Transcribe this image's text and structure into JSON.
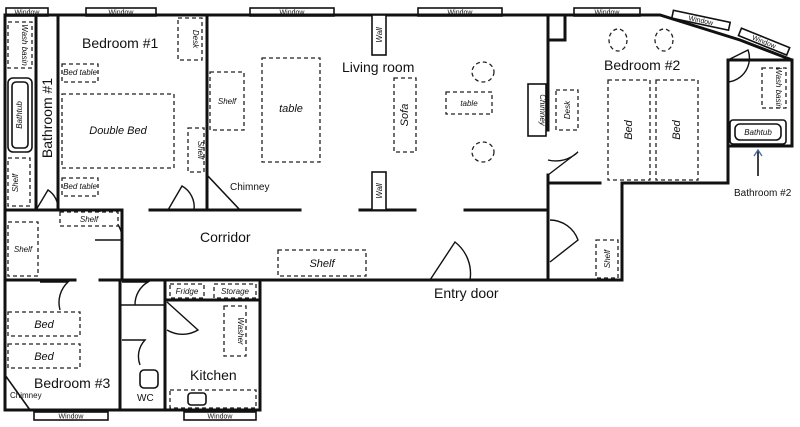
{
  "rooms": {
    "bedroom1": "Bedroom #1",
    "bedroom2": "Bedroom #2",
    "bedroom3": "Bedroom #3",
    "living": "Living room",
    "corridor": "Corridor",
    "kitchen": "Kitchen",
    "bathroom1": "Bathroom #1",
    "bathroom2": "Bathroom #2",
    "wc": "WC",
    "entry": "Entry door"
  },
  "labels": {
    "window": "Window",
    "wash_basin": "Wash basin",
    "desk": "Desk",
    "bed_table": "Bed table",
    "bathtub": "Bathtub",
    "double_bed": "Double Bed",
    "shelf": "Shelf",
    "table": "table",
    "sofa": "Sofa",
    "wall": "Wall",
    "chimney": "Chimney",
    "bed": "Bed",
    "fridge": "Fridge",
    "storage": "Storage",
    "washer": "Washer"
  }
}
